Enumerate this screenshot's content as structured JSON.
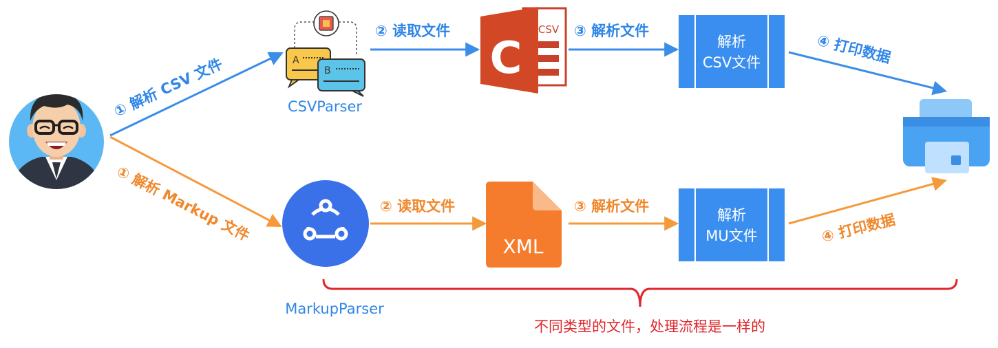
{
  "colors": {
    "blue": "#3b8de8",
    "orange": "#f59a3a",
    "box": "#3a8ef0",
    "red": "#e0262b"
  },
  "top_flow": {
    "step1": "① 解析 CSV 文件",
    "parser_name": "CSVParser",
    "step2": "② 读取文件",
    "file_badge": "CSV",
    "file_letter": "C",
    "step3": "③ 解析文件",
    "box_line1": "解析",
    "box_line2": "CSV文件",
    "step4": "④ 打印数据"
  },
  "bottom_flow": {
    "step1": "① 解析 Markup 文件",
    "parser_name": "MarkupParser",
    "step2": "② 读取文件",
    "file_label": "XML",
    "step3": "③ 解析文件",
    "box_line1": "解析",
    "box_line2": "MU文件",
    "step4": "④ 打印数据"
  },
  "icons": {
    "user": "user-avatar-icon",
    "csv_parser": "chat-bubbles-icon",
    "csv_file": "csv-file-icon",
    "markup_parser": "share-icon",
    "xml_file": "xml-file-icon",
    "printer": "printer-icon"
  },
  "bracket_note": "不同类型的文件，处理流程是一样的"
}
